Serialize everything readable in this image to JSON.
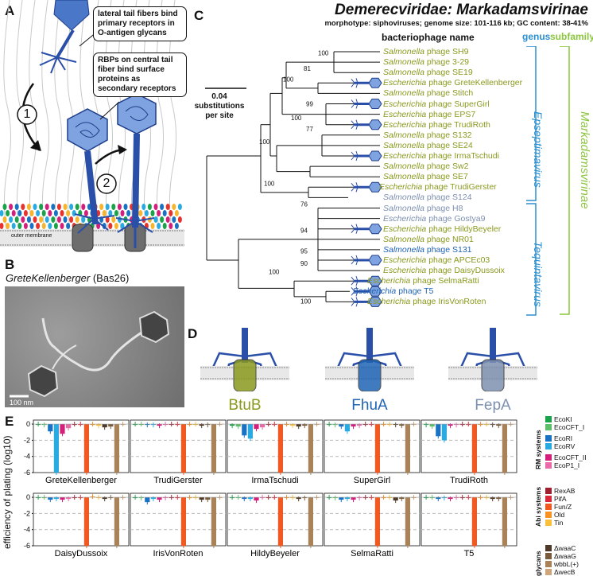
{
  "panels": {
    "A": "A",
    "B": "B",
    "C": "C",
    "D": "D",
    "E": "E"
  },
  "panelA": {
    "callout1": "lateral tail fibers bind primary receptors in O-antigen glycans",
    "callout2": "RBPs on central tail fiber bind surface proteins as secondary receptors",
    "step1": "1",
    "step2": "2",
    "membrane": "outer membrane"
  },
  "panelB": {
    "title_italic": "GreteKellenberger",
    "title_rest": " (Bas26)",
    "scale": "100 nm"
  },
  "panelC": {
    "title": "Demerecviridae: Markadamsvirinae",
    "subtitle": "morphotype: siphoviruses; genome size: 101-116 kb; GC content: 38-41%",
    "col_name": "bacteriophage name",
    "col_genus": "genus",
    "col_subfamily": "subfamily",
    "scale_label1": "0.04 substitutions",
    "scale_label2": "per site",
    "genus1": "Epseptimavirus",
    "genus2": "Tequintavirus",
    "subfamily": "Markadamsvirinae",
    "bootstraps": [
      "100",
      "81",
      "99",
      "100",
      "77",
      "100",
      "100",
      "100",
      "76",
      "94",
      "95",
      "90",
      "100",
      "100"
    ],
    "leaves": [
      {
        "genus": "Salmonella",
        "name": " phage SH9",
        "color": "#8a9a1e"
      },
      {
        "genus": "Salmonella",
        "name": " phage 3-29",
        "color": "#8a9a1e"
      },
      {
        "genus": "Salmonella",
        "name": " phage SE19",
        "color": "#8a9a1e"
      },
      {
        "genus": "Escherichia",
        "name": " phage GreteKellenberger",
        "color": "#8a9a1e"
      },
      {
        "genus": "Salmonella",
        "name": " phage Stitch",
        "color": "#8a9a1e"
      },
      {
        "genus": "Escherichia",
        "name": " phage SuperGirl",
        "color": "#8a9a1e"
      },
      {
        "genus": "Escherichia",
        "name": " phage EPS7",
        "color": "#8a9a1e"
      },
      {
        "genus": "Escherichia",
        "name": " phage TrudiRoth",
        "color": "#8a9a1e"
      },
      {
        "genus": "Salmonella",
        "name": " phage S132",
        "color": "#8a9a1e"
      },
      {
        "genus": "Salmonella",
        "name": " phage SE24",
        "color": "#8a9a1e"
      },
      {
        "genus": "Escherichia",
        "name": " phage IrmaTschudi",
        "color": "#8a9a1e"
      },
      {
        "genus": "Salmonella",
        "name": " phage Sw2",
        "color": "#8a9a1e"
      },
      {
        "genus": "Salmonella",
        "name": " phage SE7",
        "color": "#8a9a1e"
      },
      {
        "genus": "Escherichia",
        "name": " phage TrudiGerster",
        "color": "#8a9a1e"
      },
      {
        "genus": "Salmonella",
        "name": " phage S124",
        "color": "#7e90b0"
      },
      {
        "genus": "Salmonella",
        "name": " phage H8",
        "color": "#7e90b0"
      },
      {
        "genus": "Escherichia",
        "name": " phage Gostya9",
        "color": "#7e90b0"
      },
      {
        "genus": "Escherichia",
        "name": " phage HildyBeyeler",
        "color": "#8a9a1e"
      },
      {
        "genus": "Salmonella",
        "name": " phage NR01",
        "color": "#8a9a1e"
      },
      {
        "genus": "Salmonella",
        "name": " phage S131",
        "color": "#1f63b5"
      },
      {
        "genus": "Escherichia",
        "name": " phage APCEc03",
        "color": "#8a9a1e"
      },
      {
        "genus": "Escherichia",
        "name": " phage DaisyDussoix",
        "color": "#8a9a1e"
      },
      {
        "genus": "Escherichia",
        "name": " phage SelmaRatti",
        "color": "#8a9a1e"
      },
      {
        "genus": "Escherichia",
        "name": " phage T5",
        "color": "#1f63b5"
      },
      {
        "genus": "Escherichia",
        "name": " phage IrisVonRoten",
        "color": "#8a9a1e"
      }
    ]
  },
  "panelD": {
    "receptors": [
      {
        "name": "BtuB",
        "color": "#8a9a1e"
      },
      {
        "name": "FhuA",
        "color": "#1f63b5"
      },
      {
        "name": "FepA",
        "color": "#7e90b0"
      }
    ]
  },
  "colors": {
    "olive": "#8a9a1e",
    "blue": "#1f63b5",
    "grey": "#7e90b0",
    "dark_blue": "#2a4fa8"
  },
  "chart_data": {
    "type": "bar",
    "ylabel": "efficiency of plating (log10)",
    "ylim": [
      -6,
      0.5
    ],
    "yticks": [
      "0",
      "-2",
      "-4",
      "-6"
    ],
    "series": [
      {
        "name": "EcoKI",
        "color": "#1aa34a"
      },
      {
        "name": "EcoCFT_I",
        "color": "#5dbf6a"
      },
      {
        "name": "EcoRI",
        "color": "#1a72c4"
      },
      {
        "name": "EcoRV",
        "color": "#29aae1"
      },
      {
        "name": "EcoCFT_II",
        "color": "#d4207c"
      },
      {
        "name": "EcoP1_I",
        "color": "#e86aa8"
      },
      {
        "name": "RexAB",
        "color": "#9e1f2d"
      },
      {
        "name": "PifA",
        "color": "#d8283a"
      },
      {
        "name": "Fun/Z",
        "color": "#f05a22"
      },
      {
        "name": "Old",
        "color": "#f79223"
      },
      {
        "name": "Tin",
        "color": "#fbbf3c"
      },
      {
        "name": "ΔwaaC",
        "color": "#4e3a26"
      },
      {
        "name": "ΔwaaG",
        "color": "#7a5b3b"
      },
      {
        "name": "wbbL(+)",
        "color": "#a98357"
      },
      {
        "name": "ΔwecB",
        "color": "#cfa67a"
      }
    ],
    "groups": {
      "RM": "RM systems",
      "Abi": "Abi systems",
      "glycans": "glycans"
    },
    "phages": [
      {
        "name": "GreteKellenberger",
        "values": [
          0,
          -0.1,
          -0.9,
          -6,
          -1.2,
          -0.5,
          0,
          0,
          -6,
          0,
          -0.2,
          -0.4,
          -0.3,
          -6,
          0
        ]
      },
      {
        "name": "TrudiGerster",
        "values": [
          0,
          0,
          -0.1,
          -0.1,
          -0.2,
          0,
          0,
          0,
          -6,
          0,
          0,
          -0.2,
          -0.1,
          -6,
          0
        ]
      },
      {
        "name": "IrmaTschudi",
        "values": [
          -0.2,
          -0.3,
          -1.4,
          -1.8,
          -0.6,
          -0.4,
          0,
          0,
          -6,
          0,
          -0.2,
          -0.3,
          -0.2,
          -6,
          0
        ]
      },
      {
        "name": "SuperGirl",
        "values": [
          0,
          -0.1,
          -0.3,
          -0.9,
          -0.3,
          -0.2,
          0,
          0,
          -6,
          0,
          0,
          -0.1,
          -0.2,
          -6,
          0
        ]
      },
      {
        "name": "TrudiRoth",
        "values": [
          -0.1,
          -0.3,
          -1.5,
          -2.0,
          -0.2,
          -0.1,
          0,
          0,
          -6,
          0,
          0,
          -0.1,
          -0.2,
          -6,
          0
        ]
      },
      {
        "name": "DaisyDussoix",
        "values": [
          0,
          0,
          -0.3,
          -0.2,
          -0.3,
          -0.2,
          0,
          0,
          -6,
          0.1,
          0,
          -0.2,
          0,
          -6,
          0
        ]
      },
      {
        "name": "IrisVonRoten",
        "values": [
          0,
          -0.1,
          -0.6,
          -0.2,
          -0.3,
          -0.1,
          0,
          0,
          -6,
          0,
          0,
          -0.3,
          -0.3,
          -6,
          0
        ]
      },
      {
        "name": "HildyBeyeler",
        "values": [
          0,
          0,
          -0.2,
          -0.2,
          -0.4,
          0,
          0,
          0,
          -6,
          0,
          0,
          -0.2,
          -0.1,
          -6,
          0
        ]
      },
      {
        "name": "SelmaRatti",
        "values": [
          0,
          -0.1,
          -0.3,
          -0.2,
          -0.3,
          -0.1,
          0,
          0,
          -6,
          0,
          0,
          -0.4,
          -0.2,
          -6,
          0
        ]
      },
      {
        "name": "T5",
        "values": [
          0,
          0,
          -0.2,
          -0.1,
          -0.2,
          0,
          0,
          0,
          -6,
          0,
          0,
          -0.2,
          -0.2,
          -6,
          0
        ]
      }
    ]
  }
}
